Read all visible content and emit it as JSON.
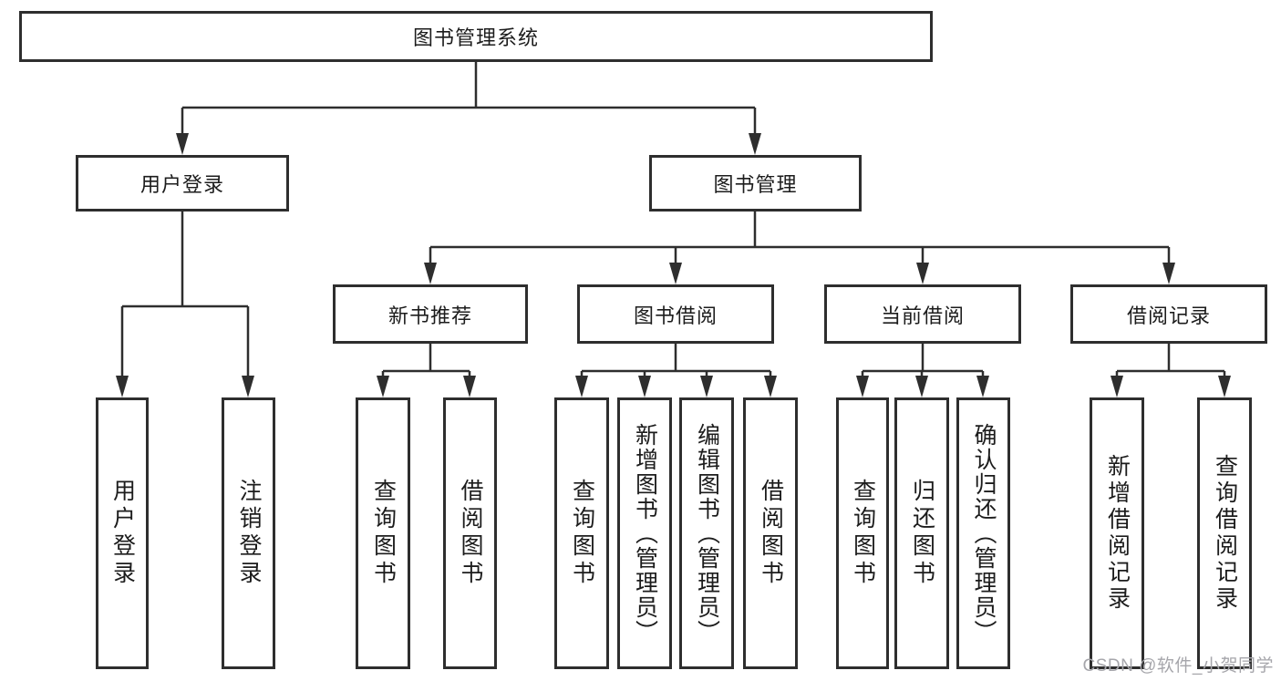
{
  "nodes": {
    "root": {
      "label": "图书管理系统"
    },
    "user_login": {
      "label": "用户登录"
    },
    "book_mgmt": {
      "label": "图书管理"
    },
    "new_books": {
      "label": "新书推荐"
    },
    "book_borrow": {
      "label": "图书借阅"
    },
    "current_borrow": {
      "label": "当前借阅"
    },
    "borrow_records": {
      "label": "借阅记录"
    },
    "leaf_user_login": {
      "label": "用户登录"
    },
    "leaf_logout": {
      "label": "注销登录"
    },
    "leaf_nb_query": {
      "label": "查询图书"
    },
    "leaf_nb_borrow": {
      "label": "借阅图书"
    },
    "leaf_bb_query": {
      "label": "查询图书"
    },
    "leaf_bb_add": {
      "label": "新增图书（管理员）"
    },
    "leaf_bb_edit": {
      "label": "编辑图书（管理员）"
    },
    "leaf_bb_borrow": {
      "label": "借阅图书"
    },
    "leaf_cb_query": {
      "label": "查询图书"
    },
    "leaf_cb_return": {
      "label": "归还图书"
    },
    "leaf_cb_confirm": {
      "label": "确认归还（管理员）"
    },
    "leaf_rec_add": {
      "label": "新增借阅记录"
    },
    "leaf_rec_query": {
      "label": "查询借阅记录"
    }
  },
  "hierarchy": {
    "root": [
      "user_login",
      "book_mgmt"
    ],
    "user_login": [
      "leaf_user_login",
      "leaf_logout"
    ],
    "book_mgmt": [
      "new_books",
      "book_borrow",
      "current_borrow",
      "borrow_records"
    ],
    "new_books": [
      "leaf_nb_query",
      "leaf_nb_borrow"
    ],
    "book_borrow": [
      "leaf_bb_query",
      "leaf_bb_add",
      "leaf_bb_edit",
      "leaf_bb_borrow"
    ],
    "current_borrow": [
      "leaf_cb_query",
      "leaf_cb_return",
      "leaf_cb_confirm"
    ],
    "borrow_records": [
      "leaf_rec_add",
      "leaf_rec_query"
    ]
  },
  "watermark": {
    "text": "CSDN @软件_小贺同学"
  },
  "colors": {
    "line": "#2e2e2e",
    "box_border": "#2e2e2e",
    "box_fill": "#ffffff",
    "text": "#1c1c1c",
    "watermark": "#a6a6ab"
  }
}
